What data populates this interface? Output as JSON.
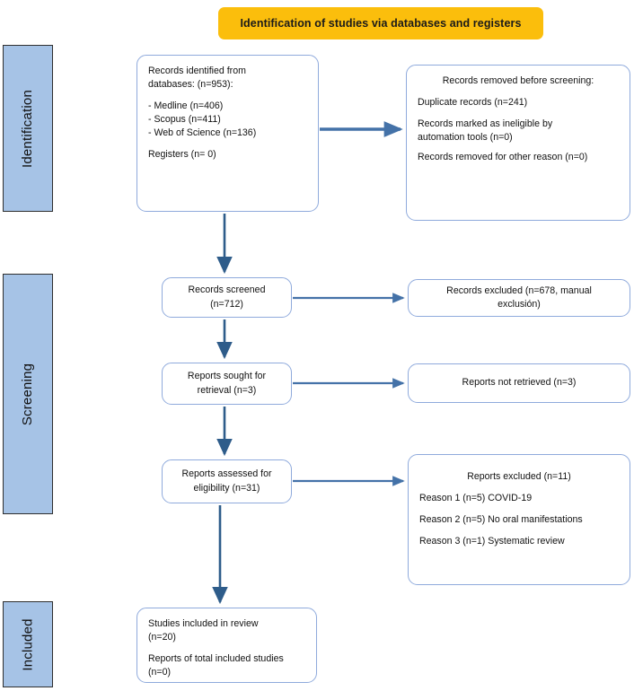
{
  "banner": {
    "title": "Identification of studies via databases and registers",
    "color": "#fbbe0c"
  },
  "stages": [
    {
      "name": "identification",
      "label": "Identification",
      "color": "#a6c3e6"
    },
    {
      "name": "screening",
      "label": "Screening",
      "color": "#a6c3e6"
    },
    {
      "name": "included",
      "label": "Included",
      "color": "#a6c3e6"
    }
  ],
  "colors": {
    "box_border": "#8faadc",
    "arrow_horizontal": "#4472a8",
    "arrow_vertical": "#2e5c8a",
    "stage_fill": "#a6c3e6",
    "banner": "#fbbe0c"
  },
  "boxes": {
    "identified": {
      "heading": "Records identified from",
      "subheading": "databases: (n=953):",
      "sources": [
        "-  Medline (n=406)",
        "-  Scopus (n=411)",
        "-  Web of Science (n=136)"
      ],
      "registers": "Registers (n= 0)"
    },
    "removed": {
      "heading": "Records removed before screening:",
      "line1": "Duplicate records (n=241)",
      "line2a": "Records marked as ineligible by",
      "line2b": "automation tools (n=0)",
      "line3": "Records removed for other reason (n=0)"
    },
    "screened": {
      "line1": "Records screened",
      "line2": "(n=712)"
    },
    "excluded": {
      "line1": "Records excluded (n=678, manual",
      "line2": "exclusión)"
    },
    "sought": {
      "line1": "Reports sought for",
      "line2": "retrieval (n=3)"
    },
    "not_retrieved": {
      "line1": "Reports not retrieved (n=3)"
    },
    "assessed": {
      "line1": "Reports assessed for",
      "line2": "eligibility (n=31)"
    },
    "reports_excluded": {
      "heading": "Reports excluded (n=11)",
      "reason1": "Reason 1 (n=5) COVID-19",
      "reason2": "Reason 2 (n=5) No oral manifestations",
      "reason3": "Reason 3 (n=1) Systematic review"
    },
    "included": {
      "line1": "Studies included in review",
      "line2": "(n=20)",
      "line3": "Reports of total included studies",
      "line4": "(n=0)"
    }
  },
  "flow_data": {
    "type": "prisma-flow",
    "identified_total": 953,
    "sources": {
      "Medline": 406,
      "Scopus": 411,
      "Web of Science": 136
    },
    "registers": 0,
    "duplicates_removed": 241,
    "marked_ineligible_automation": 0,
    "removed_other_reason": 0,
    "records_screened": 712,
    "records_excluded": 678,
    "reports_sought": 3,
    "reports_not_retrieved": 3,
    "reports_assessed": 31,
    "reports_excluded_total": 11,
    "exclusion_reasons": [
      {
        "label": "COVID-19",
        "n": 5
      },
      {
        "label": "No oral manifestations",
        "n": 5
      },
      {
        "label": "Systematic review",
        "n": 1
      }
    ],
    "studies_included": 20,
    "reports_of_included_studies": 0
  }
}
